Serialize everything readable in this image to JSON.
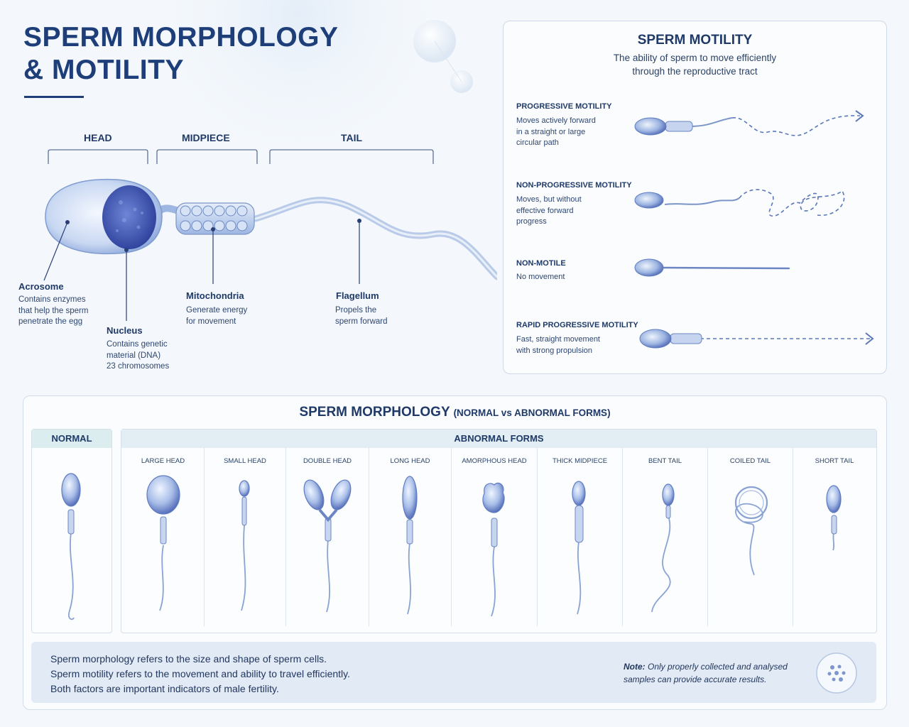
{
  "title": {
    "line1": "SPERM MORPHOLOGY",
    "line2": "& MOTILITY"
  },
  "segments": {
    "head": "HEAD",
    "midpiece": "MIDPIECE",
    "tail": "TAIL"
  },
  "anatomy": {
    "acrosome": {
      "title": "Acrosome",
      "desc": "Contains enzymes\nthat help the sperm\npenetrate the egg"
    },
    "nucleus": {
      "title": "Nucleus",
      "desc": "Contains genetic\nmaterial (DNA)\n23 chromosomes"
    },
    "mitochondria": {
      "title": "Mitochondria",
      "desc": "Generate energy\nfor movement"
    },
    "flagellum": {
      "title": "Flagellum",
      "desc": "Propels the\nsperm forward"
    }
  },
  "motility": {
    "title": "SPERM MOTILITY",
    "subtitle": "The ability of sperm to move efficiently\nthrough the reproductive tract",
    "types": [
      {
        "title": "PROGRESSIVE MOTILITY",
        "desc": "Moves actively forward\nin a straight or large\ncircular path"
      },
      {
        "title": "NON-PROGRESSIVE MOTILITY",
        "desc": "Moves, but without\neffective forward\nprogress"
      },
      {
        "title": "NON-MOTILE",
        "desc": "No movement"
      },
      {
        "title": "RAPID PROGRESSIVE MOTILITY",
        "desc": "Fast, straight movement\nwith strong propulsion"
      }
    ]
  },
  "morphology": {
    "title": "SPERM MORPHOLOGY",
    "title_suffix": "(NORMAL vs ABNORMAL FORMS)",
    "normal_label": "NORMAL",
    "abnormal_label": "ABNORMAL FORMS",
    "abnormal": [
      "LARGE HEAD",
      "SMALL HEAD",
      "DOUBLE HEAD",
      "LONG HEAD",
      "AMORPHOUS HEAD",
      "THICK MIDPIECE",
      "BENT TAIL",
      "COILED TAIL",
      "SHORT TAIL"
    ]
  },
  "summary": {
    "lines": [
      "Sperm morphology refers to the size and shape of sperm cells.",
      "Sperm motility refers to the movement and ability to travel efficiently.",
      "Both factors are important indicators of male fertility."
    ],
    "note_label": "Note:",
    "note_line1": " Only properly collected and analysed",
    "note_line2": "samples can provide accurate results."
  },
  "colors": {
    "navy": "#1e3e7a",
    "sperm_blue": "#5478c4",
    "sperm_dark": "#3b55a8",
    "panel_border": "#cdd9e8"
  },
  "icons": [
    "microscope-sample-icon"
  ]
}
